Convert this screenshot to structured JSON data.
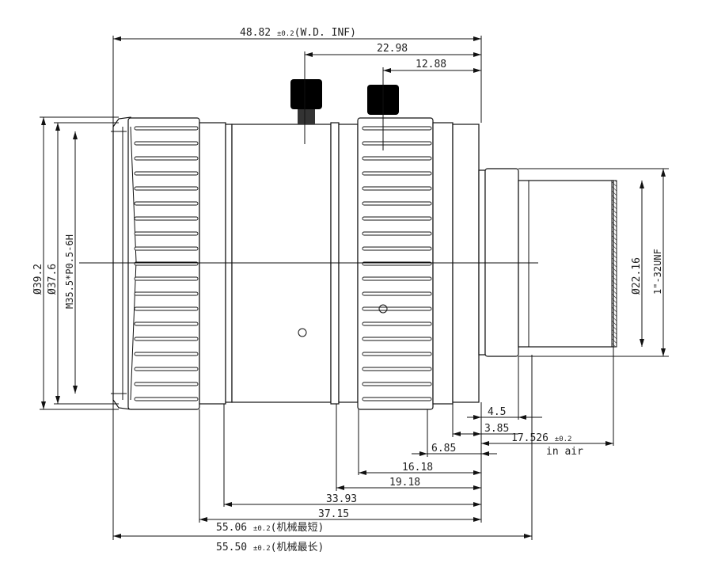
{
  "dimensions": {
    "wd_inf": {
      "value": "48.82",
      "tol": "±0.2",
      "note": "(W.D.  INF)"
    },
    "screw1": "22.98",
    "screw2": "12.88",
    "d39": "Ø39.2",
    "d37": "Ø37.6",
    "thread_front": "M35.5*P0.5-6H",
    "d22": "Ø22.16",
    "thread_mount": "1\"-32UNF",
    "d4_5": "4.5",
    "d3_85": "3.85",
    "flange": {
      "value": "17.526",
      "tol": "±0.2",
      "note": "in air"
    },
    "d6_85": "6.85",
    "d16_18": "16.18",
    "d19_18": "19.18",
    "d33_93": "33.93",
    "d37_15": "37.15",
    "len_short": {
      "value": "55.06",
      "tol": "±0.2",
      "note": "(机械最短)"
    },
    "len_long": {
      "value": "55.50",
      "tol": "±0.2",
      "note": "(机械最长)"
    }
  }
}
